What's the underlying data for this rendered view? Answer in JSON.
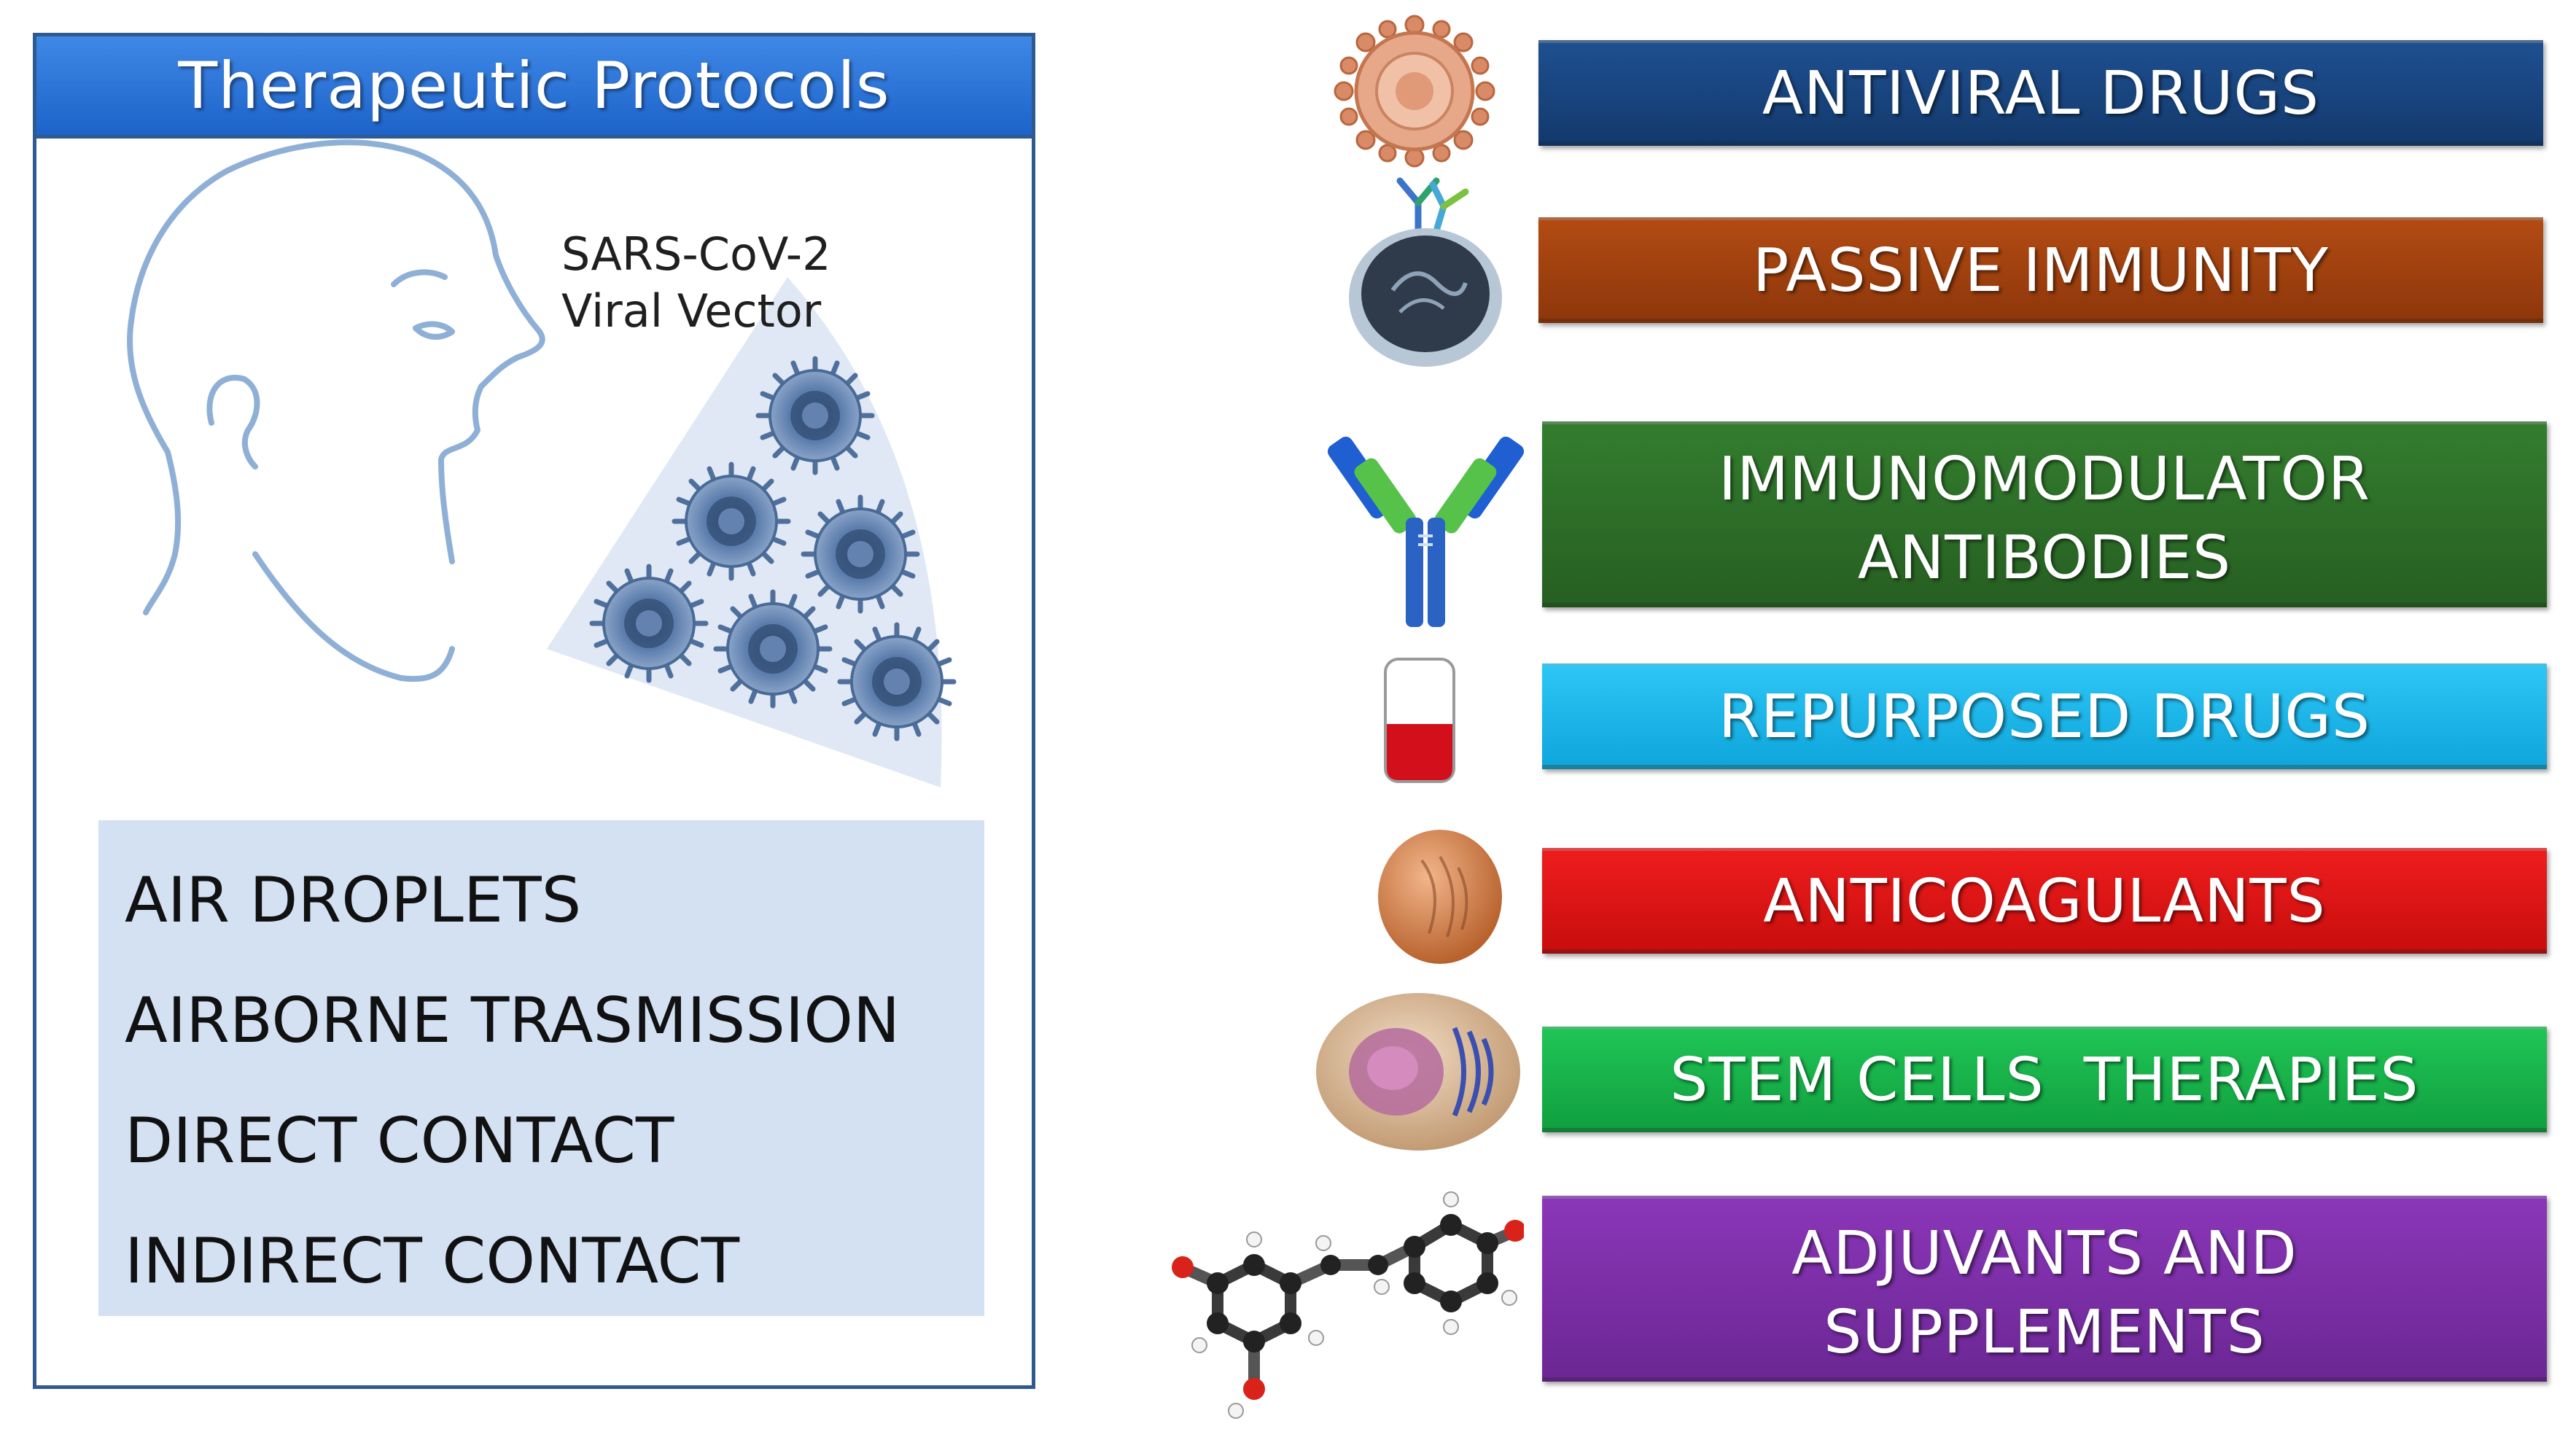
{
  "panel": {
    "title": "Therapeutic Protocols",
    "vector_label_line1": "SARS-CoV-2",
    "vector_label_line2": "Viral Vector",
    "routes": [
      "AIR DROPLETS",
      "AIRBORNE TRASMISSION",
      "DIRECT CONTACT",
      "INDIRECT CONTACT"
    ]
  },
  "therapies": [
    {
      "label_line1": "ANTIVIRAL DRUGS",
      "label_line2": "",
      "color": "#163f77",
      "icon": "virus-icon"
    },
    {
      "label_line1": "PASSIVE IMMUNITY",
      "label_line2": "",
      "color": "#a2400f",
      "icon": "lymphocyte-icon"
    },
    {
      "label_line1": "IMMUNOMODULATOR",
      "label_line2": "ANTIBODIES",
      "color": "#2b6e27",
      "icon": "antibody-icon"
    },
    {
      "label_line1": "REPURPOSED DRUGS",
      "label_line2": "",
      "color": "#15b7ec",
      "icon": "pill-capsule-icon"
    },
    {
      "label_line1": "ANTICOAGULANTS",
      "label_line2": "",
      "color": "#e11414",
      "icon": "platelet-icon"
    },
    {
      "label_line1": "STEM CELLS  THERAPIES",
      "label_line2": "",
      "color": "#14b34a",
      "icon": "stem-cell-icon"
    },
    {
      "label_line1": "ADJUVANTS AND",
      "label_line2": "SUPPLEMENTS",
      "color": "#7b2ea8",
      "icon": "molecule-icon"
    }
  ]
}
